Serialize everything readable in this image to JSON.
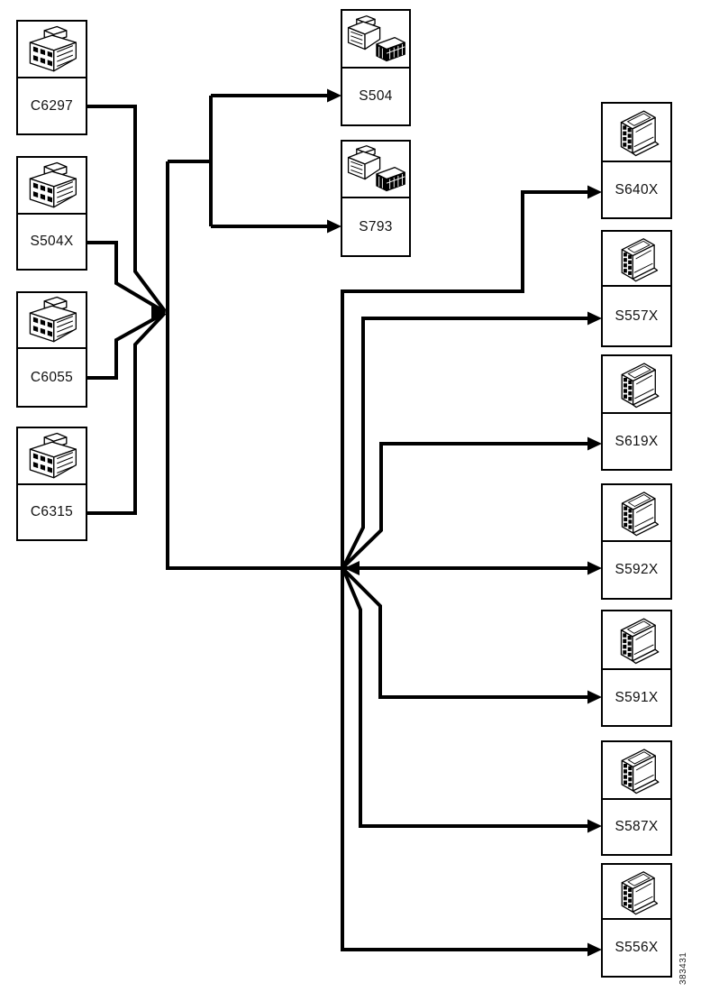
{
  "figure_number": "383431",
  "colors": {
    "line": "#000000",
    "background": "#ffffff"
  },
  "diagram": {
    "left_column": [
      {
        "label": "C6297",
        "icon": "harness-connector-icon"
      },
      {
        "label": "S504X",
        "icon": "harness-connector-icon"
      },
      {
        "label": "C6055",
        "icon": "harness-connector-icon"
      },
      {
        "label": "C6315",
        "icon": "harness-connector-icon"
      }
    ],
    "middle_column": [
      {
        "label": "S504",
        "icon": "connector-pair-icon"
      },
      {
        "label": "S793",
        "icon": "connector-pair-icon"
      }
    ],
    "right_column": [
      {
        "label": "S640X",
        "icon": "relay-socket-icon"
      },
      {
        "label": "S557X",
        "icon": "relay-socket-icon"
      },
      {
        "label": "S619X",
        "icon": "relay-socket-icon"
      },
      {
        "label": "S592X",
        "icon": "relay-socket-icon"
      },
      {
        "label": "S591X",
        "icon": "relay-socket-icon"
      },
      {
        "label": "S587X",
        "icon": "relay-socket-icon"
      },
      {
        "label": "S556X",
        "icon": "relay-socket-icon"
      }
    ],
    "connections": {
      "from_connectors": [
        "C6297",
        "S504X",
        "C6055",
        "C6315"
      ],
      "to_connectors": [
        "S504",
        "S793",
        "S640X",
        "S557X",
        "S619X",
        "S592X",
        "S591X",
        "S587X",
        "S556X"
      ]
    }
  }
}
